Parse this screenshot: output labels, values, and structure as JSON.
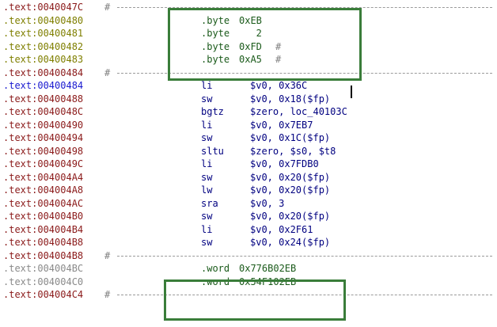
{
  "colors": {
    "code_addr": "#8b1a1a",
    "data_addr": "#7f7f00",
    "unexplored_addr": "#8a8a8a",
    "current_addr": "#1a1ad0",
    "instruction": "#000080",
    "data_directive": "#1a5a1a",
    "highlight_box": "#3a7d3a"
  },
  "listing": [
    {
      "addr": ".text:0040047C",
      "kind": "code",
      "sep": true
    },
    {
      "addr": ".text:00400480",
      "kind": "data",
      "mnemonic": ".byte",
      "operand": "0xEB"
    },
    {
      "addr": ".text:00400481",
      "kind": "data",
      "mnemonic": ".byte",
      "operand": "   2"
    },
    {
      "addr": ".text:00400482",
      "kind": "data",
      "mnemonic": ".byte",
      "operand": "0xFD",
      "comment": "#"
    },
    {
      "addr": ".text:00400483",
      "kind": "data",
      "mnemonic": ".byte",
      "operand": "0xA5",
      "comment": "#"
    },
    {
      "addr": ".text:00400484",
      "kind": "code",
      "sep": true
    },
    {
      "addr": ".text:00400484",
      "kind": "current",
      "mnemonic": "li",
      "operand": "$v0, 0x36C"
    },
    {
      "addr": ".text:00400488",
      "kind": "code",
      "mnemonic": "sw",
      "operand": "$v0, 0x18($fp)"
    },
    {
      "addr": ".text:0040048C",
      "kind": "code",
      "mnemonic": "bgtz",
      "operand": "$zero, loc_40103C"
    },
    {
      "addr": ".text:00400490",
      "kind": "code",
      "mnemonic": "li",
      "operand": "$v0, 0x7EB7"
    },
    {
      "addr": ".text:00400494",
      "kind": "code",
      "mnemonic": "sw",
      "operand": "$v0, 0x1C($fp)"
    },
    {
      "addr": ".text:00400498",
      "kind": "code",
      "mnemonic": "sltu",
      "operand": "$zero, $s0, $t8"
    },
    {
      "addr": ".text:0040049C",
      "kind": "code",
      "mnemonic": "li",
      "operand": "$v0, 0x7FDB0"
    },
    {
      "addr": ".text:004004A4",
      "kind": "code",
      "mnemonic": "sw",
      "operand": "$v0, 0x20($fp)"
    },
    {
      "addr": ".text:004004A8",
      "kind": "code",
      "mnemonic": "lw",
      "operand": "$v0, 0x20($fp)"
    },
    {
      "addr": ".text:004004AC",
      "kind": "code",
      "mnemonic": "sra",
      "operand": "$v0, 3"
    },
    {
      "addr": ".text:004004B0",
      "kind": "code",
      "mnemonic": "sw",
      "operand": "$v0, 0x20($fp)"
    },
    {
      "addr": ".text:004004B4",
      "kind": "code",
      "mnemonic": "li",
      "operand": "$v0, 0x2F61"
    },
    {
      "addr": ".text:004004B8",
      "kind": "code",
      "mnemonic": "sw",
      "operand": "$v0, 0x24($fp)"
    },
    {
      "addr": ".text:004004B8",
      "kind": "code",
      "sep": true
    },
    {
      "addr": ".text:004004BC",
      "kind": "unexplored",
      "mnemonic": ".word",
      "operand": "0x776B02EB"
    },
    {
      "addr": ".text:004004C0",
      "kind": "unexplored",
      "mnemonic": ".word",
      "operand": "0x54F102EB"
    },
    {
      "addr": ".text:004004C4",
      "kind": "code",
      "sep": true
    }
  ],
  "separator_mark": "#"
}
